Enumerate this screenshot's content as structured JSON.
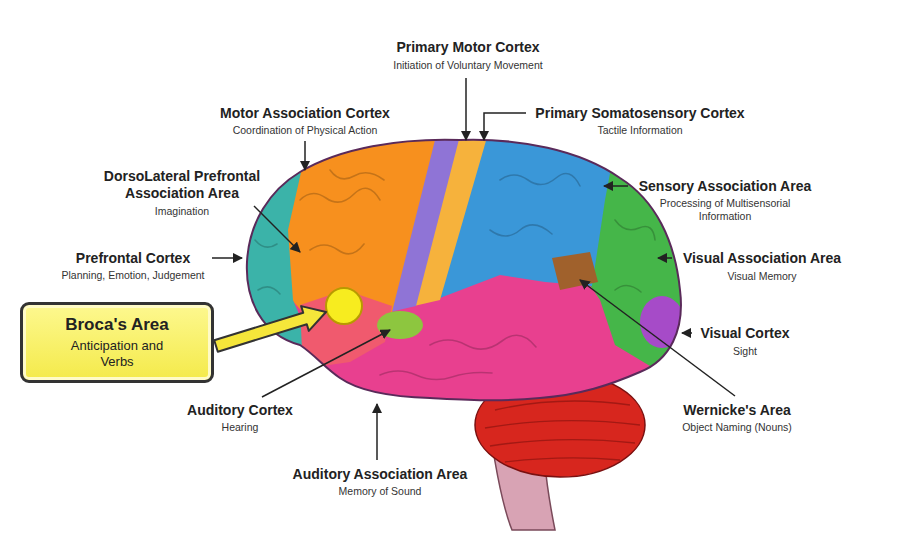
{
  "diagram": {
    "nodes": [
      {
        "text": [
          "Broca's Area",
          "Anticipation and Verbs"
        ]
      }
    ],
    "labels": [
      "Primary Motor Cortex",
      "Initiation of Voluntary Movement",
      "Motor Association Cortex",
      "Coordination of Physical Action",
      "Primary Somatosensory Cortex",
      "Tactile Information",
      "DorsoLateral Prefrontal Association Area",
      "Imagination",
      "Sensory Association Area",
      "Processing of Multisensorial Information",
      "Prefrontal Cortex",
      "Planning, Emotion, Judgement",
      "Visual Association Area",
      "Visual Memory",
      "Visual Cortex",
      "Sight",
      "Auditory Cortex",
      "Hearing",
      "Wernicke's Area",
      "Object Naming (Nouns)",
      "Auditory Association Area",
      "Memory of Sound"
    ]
  }
}
